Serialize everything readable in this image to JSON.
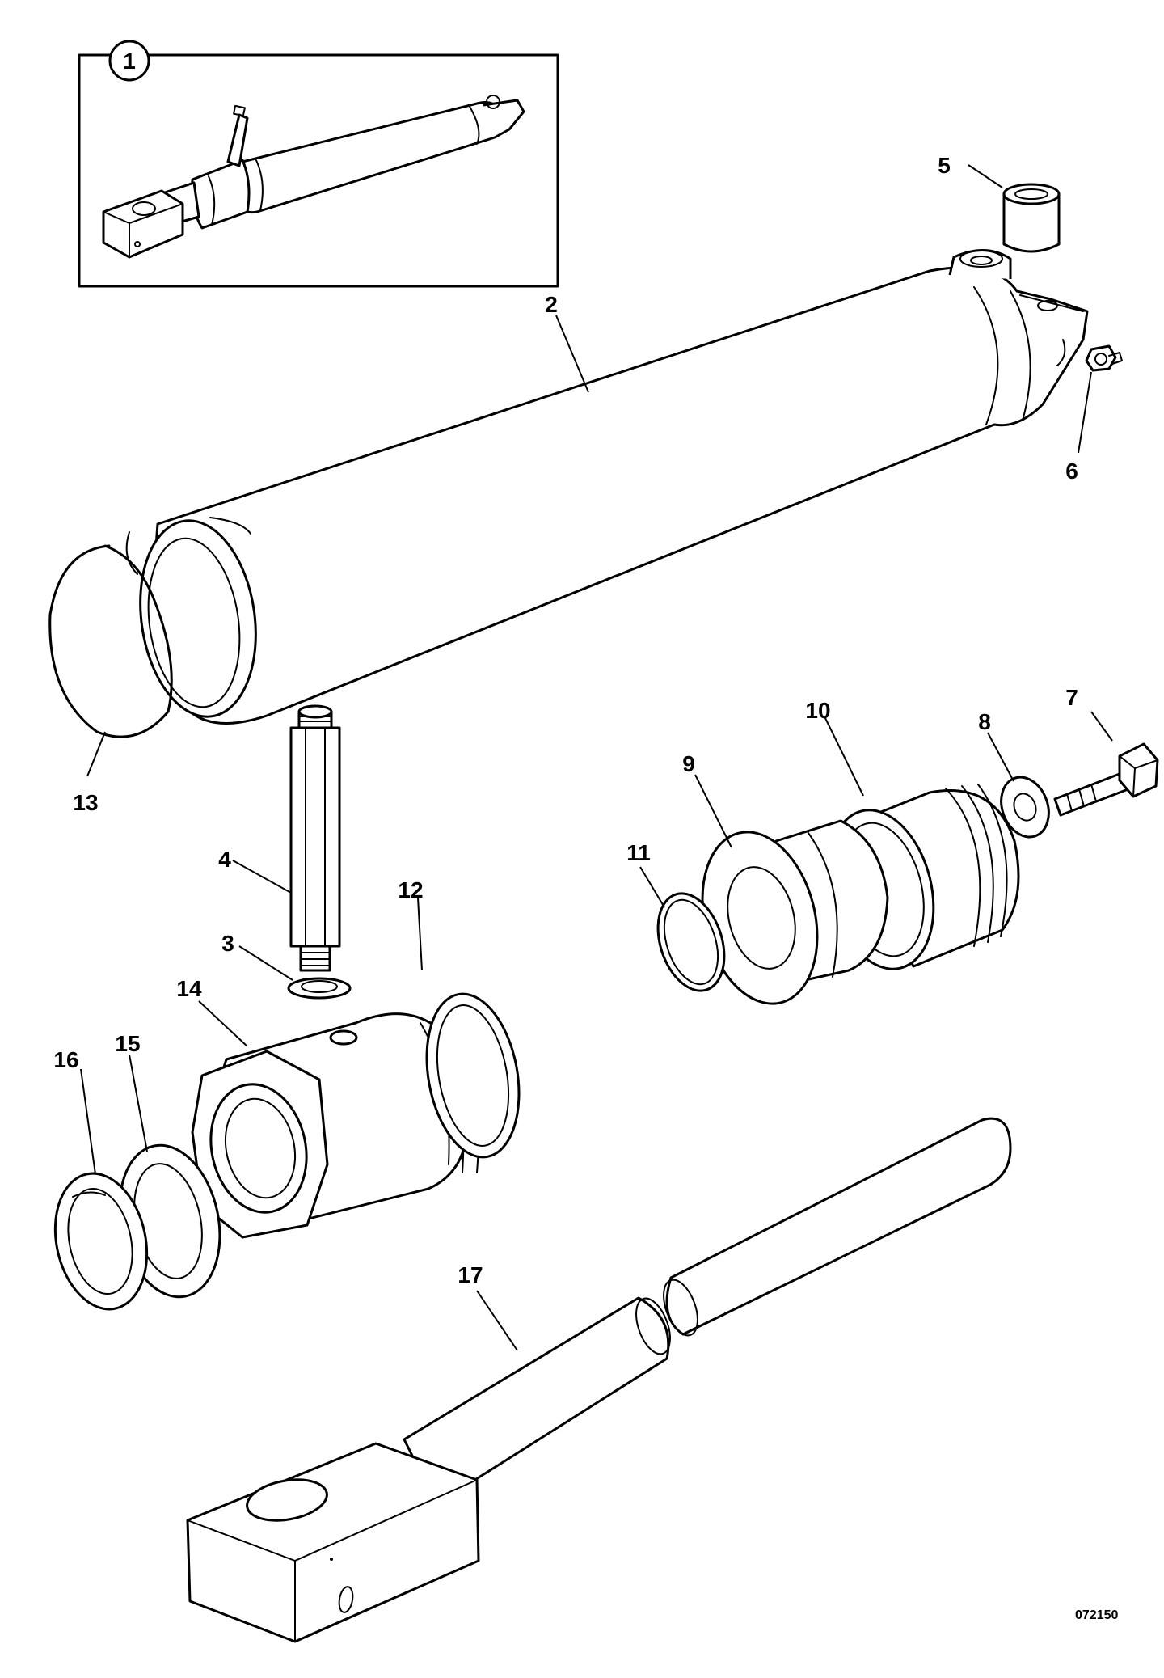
{
  "diagram": {
    "drawing_number": "072150",
    "inset_callout": "1",
    "callouts": [
      "2",
      "3",
      "4",
      "5",
      "6",
      "7",
      "8",
      "9",
      "10",
      "11",
      "12",
      "13",
      "14",
      "15",
      "16",
      "17"
    ]
  }
}
